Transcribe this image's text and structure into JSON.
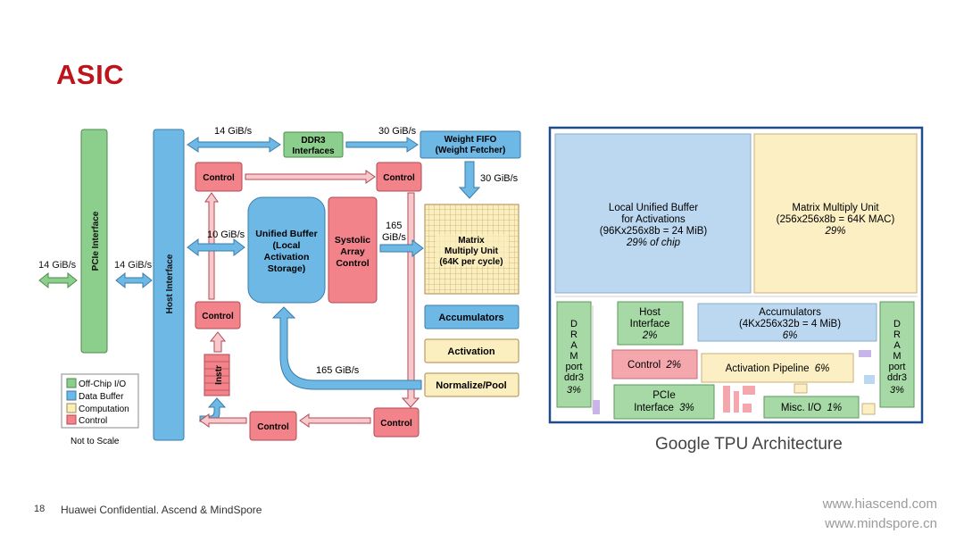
{
  "slide": {
    "title": "ASIC",
    "page_number": "18",
    "confidential": "Huawei Confidential. Ascend & MindSpore",
    "link_1": "www.hiascend.com",
    "link_2": "www.mindspore.cn",
    "caption": "Google TPU Architecture"
  },
  "block_diagram": {
    "pcie": "PCIe Interface",
    "host": "Host Interface",
    "ddr3_1": "DDR3",
    "ddr3_2": "Interfaces",
    "wfifo_1": "Weight FIFO",
    "wfifo_2": "(Weight Fetcher)",
    "control": "Control",
    "ub_1": "Unified Buffer",
    "ub_2": "(Local",
    "ub_3": "Activation",
    "ub_4": "Storage)",
    "sac_1": "Systolic",
    "sac_2": "Array",
    "sac_3": "Control",
    "mmu_1": "Matrix",
    "mmu_2": "Multiply Unit",
    "mmu_3": "(64K per cycle)",
    "accumulators": "Accumulators",
    "activation": "Activation",
    "normalize": "Normalize/Pool",
    "instr": "Instr",
    "bw_14_top": "14 GiB/s",
    "bw_30_top": "30 GiB/s",
    "bw_30_side": "30 GiB/s",
    "bw_14_left": "14 GiB/s",
    "bw_14_mid": "14 GiB/s",
    "bw_10": "10 GiB/s",
    "bw_165_1": "165",
    "bw_165_2": "GiB/s",
    "bw_165_bottom": "165 GiB/s",
    "legend": [
      "Off-Chip I/O",
      "Data Buffer",
      "Computation",
      "Control"
    ],
    "not_to_scale": "Not to Scale",
    "colors": {
      "io": "#8ccf8c",
      "buffer": "#6eb8e6",
      "compute": "#fbefbf",
      "control": "#f2838a"
    }
  },
  "floorplan": {
    "lub_1": "Local Unified Buffer",
    "lub_2": "for Activations",
    "lub_3": "(96Kx256x8b = 24 MiB)",
    "lub_4": "29% of chip",
    "mmu_1": "Matrix Multiply Unit",
    "mmu_2": "(256x256x8b = 64K MAC)",
    "mmu_3": "29%",
    "dram_letters": [
      "D",
      "R",
      "A",
      "M"
    ],
    "dram_port": "port",
    "dram_ddr": "ddr3",
    "dram_pct": "3%",
    "host_1": "Host",
    "host_2": "Interface",
    "host_3": "2%",
    "acc_1": "Accumulators",
    "acc_2": "(4Kx256x32b = 4 MiB)",
    "acc_3": "6%",
    "control": "Control",
    "control_pct": "2%",
    "act_pipe": "Activation Pipeline",
    "act_pct": "6%",
    "pcie_1": "PCIe",
    "pcie_2": "Interface",
    "pcie_pct": "3%",
    "misc": "Misc. I/O",
    "misc_pct": "1%"
  }
}
